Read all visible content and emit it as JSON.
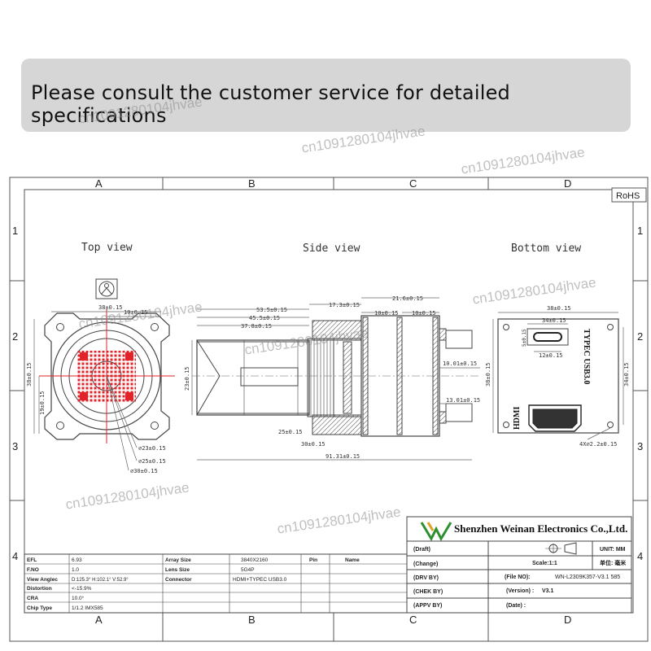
{
  "banner": {
    "text": "Please consult the customer service for detailed specifications"
  },
  "watermark": "cn1091280104jhvae",
  "frame": {
    "cols": [
      "A",
      "B",
      "C",
      "D"
    ],
    "rows": [
      "1",
      "2",
      "3",
      "4"
    ],
    "rohs": "RoHS"
  },
  "views": {
    "top": "Top view",
    "side": "Side view",
    "bottom": "Bottom view"
  },
  "dims": {
    "top_width": "38±0.15",
    "top_inner": "19±0.15",
    "top_height": "38±0.15",
    "top_half": "19±0.15",
    "dia23": "⌀23±0.15",
    "dia25": "⌀25±0.15",
    "dia30": "⌀30±0.15",
    "side_535": "53.5±0.15",
    "side_455": "45.5±0.15",
    "side_378": "37.8±0.15",
    "side_173": "17.3±0.15",
    "side_216": "21.6±0.15",
    "side_10a": "10±0.15",
    "side_10b": "10±0.15",
    "side_1001": "10.01±0.15",
    "side_23": "23±0.15",
    "side_25": "25±0.15",
    "side_30": "30±0.15",
    "side_1301": "13.01±0.15",
    "side_913": "91.31±0.15",
    "bot_38": "38±0.15",
    "bot_34": "34±0.15",
    "bot_5": "5±0.15",
    "bot_12": "12±0.15",
    "bot_38v": "38±0.15",
    "bot_34v": "34±0.15",
    "bot_holes": "4X⌀2.2±0.15",
    "typec_label": "TYPEC USB3.0",
    "hdmi_label": "HDMI"
  },
  "title_block": {
    "company": "Shenzhen Weinan Electronics Co.,Ltd.",
    "rows": [
      {
        "label": "(Draft)",
        "mid": "",
        "right_label": "UNIT: MM",
        "right_value": ""
      },
      {
        "label": "(Change)",
        "mid": "Scale:1:1",
        "right_label": "单位: 毫米",
        "right_value": ""
      },
      {
        "label": "(DRV BY)",
        "mid": "(File NO):",
        "right_label": "WN-L2309K357-V3.1 585",
        "right_value": ""
      },
      {
        "label": "(CHEK BY)",
        "mid": "(Version) :",
        "right_label": "V3.1",
        "right_value": ""
      },
      {
        "label": "(APPV BY)",
        "mid": "(Date) :",
        "right_label": "",
        "right_value": ""
      }
    ]
  },
  "specs": {
    "left": [
      {
        "k": "EFL",
        "v": "6.93"
      },
      {
        "k": "F.NO",
        "v": "1.0"
      },
      {
        "k": "View Anglec",
        "v": "D:125.3° H:102.1° V:52.9°"
      },
      {
        "k": "Distortion",
        "v": "<-15.9%"
      },
      {
        "k": "CRA",
        "v": "10.0°"
      },
      {
        "k": "Chip Type",
        "v": "1/1.2  IMX585"
      }
    ],
    "mid": [
      {
        "k": "Array Size",
        "v": "3840X2160"
      },
      {
        "k": "Lens Size",
        "v": "5G4P"
      },
      {
        "k": "Connector",
        "v": "HDMI+TYPEC USB3.0"
      }
    ],
    "pin_header": "Pin",
    "name_header": "Name"
  }
}
